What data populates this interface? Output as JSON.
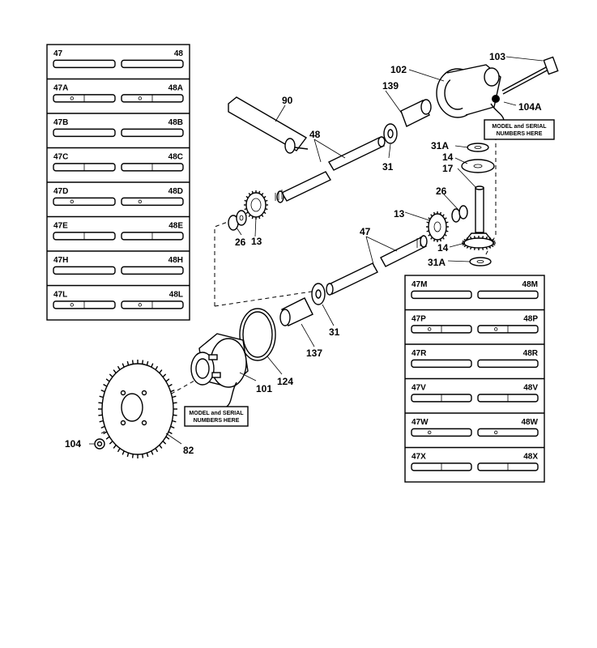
{
  "callouts": {
    "c90": "90",
    "c48_top": "48",
    "c139": "139",
    "c102": "102",
    "c103": "103",
    "c104A": "104A",
    "c31_top": "31",
    "c31A_top": "31A",
    "c14_top": "14",
    "c17": "17",
    "c26_left": "26",
    "c13_left": "13",
    "c26_right": "26",
    "c13_right": "13",
    "c47": "47",
    "c14_bottom": "14",
    "c31A_bottom": "31A",
    "c31_bottom": "31",
    "c137": "137",
    "c124": "124",
    "c101": "101",
    "c104": "104",
    "c82": "82"
  },
  "notes": {
    "serial_top": [
      "MODEL and SERIAL",
      "NUMBERS HERE"
    ],
    "serial_bottom": [
      "MODEL and SERIAL",
      "NUMBERS HERE"
    ]
  },
  "left_table": [
    {
      "a": "47",
      "b": "48"
    },
    {
      "a": "47A",
      "b": "48A"
    },
    {
      "a": "47B",
      "b": "48B"
    },
    {
      "a": "47C",
      "b": "48C"
    },
    {
      "a": "47D",
      "b": "48D"
    },
    {
      "a": "47E",
      "b": "48E"
    },
    {
      "a": "47H",
      "b": "48H"
    },
    {
      "a": "47L",
      "b": "48L"
    }
  ],
  "right_table": [
    {
      "a": "47M",
      "b": "48M"
    },
    {
      "a": "47P",
      "b": "48P"
    },
    {
      "a": "47R",
      "b": "48R"
    },
    {
      "a": "47V",
      "b": "48V"
    },
    {
      "a": "47W",
      "b": "48W"
    },
    {
      "a": "47X",
      "b": "48X"
    }
  ]
}
